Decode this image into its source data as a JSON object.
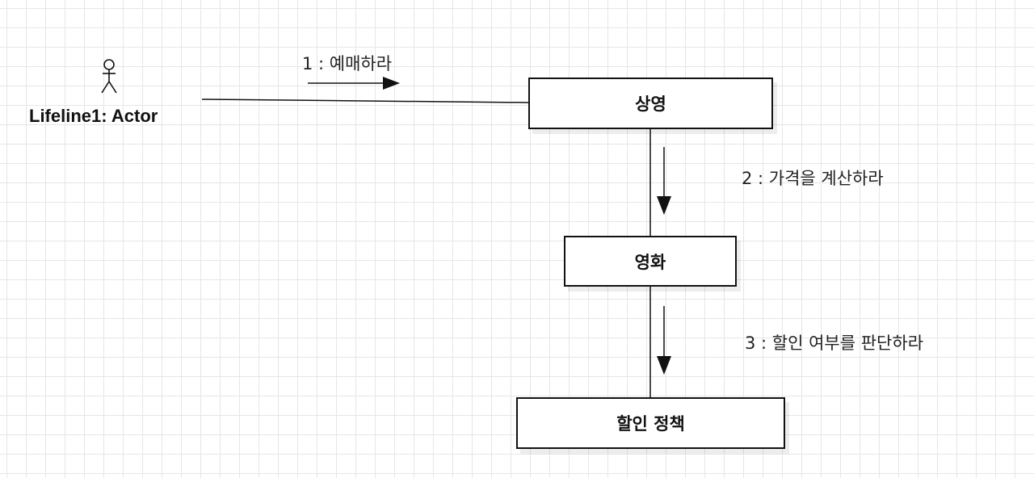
{
  "diagram": {
    "actor": {
      "label": "Lifeline1: Actor"
    },
    "objects": [
      {
        "id": "screening",
        "label": "상영"
      },
      {
        "id": "movie",
        "label": "영화"
      },
      {
        "id": "discount-policy",
        "label": "할인 정책"
      }
    ],
    "messages": [
      {
        "label": "1 : 예매하라"
      },
      {
        "label": "2 : 가격을 계산하라"
      },
      {
        "label": "3 : 할인 여부를 판단하라"
      }
    ],
    "colors": {
      "line": "#111111",
      "grid": "#e6e6e6",
      "background": "#ffffff"
    }
  }
}
